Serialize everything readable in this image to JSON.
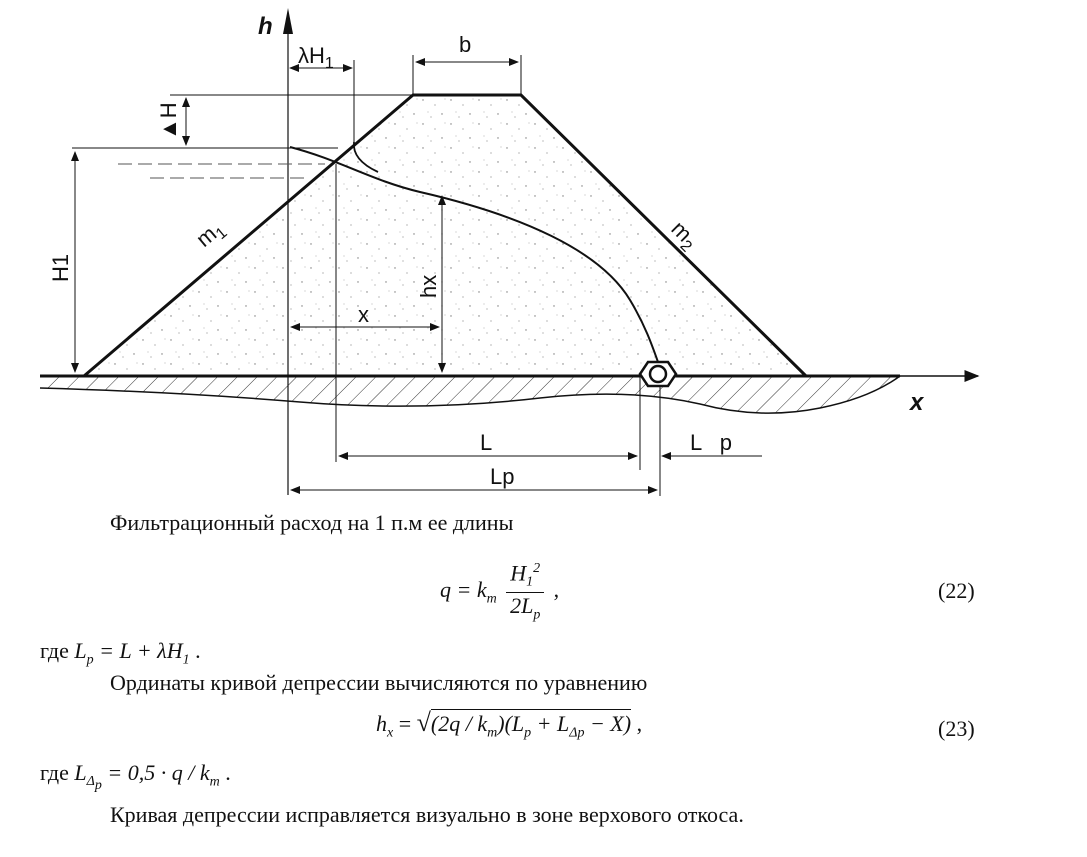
{
  "figure": {
    "axis_h": "h",
    "axis_x": "x",
    "label_lambdaH1": "λH",
    "label_lambdaH1_sub": "1",
    "label_b": "b",
    "label_deltaH": "▲H",
    "label_H1": "H1",
    "label_m1": "m",
    "label_m1_sub": "1",
    "label_m2": "m",
    "label_m2_sub": "2",
    "label_hx": "hx",
    "label_x": "x",
    "label_L": "L",
    "label_Lp_right": "L   p",
    "label_Lp": "Lp"
  },
  "text": {
    "para1": "Фильтрационный расход на 1 п.м ее длины",
    "eq22_lhs": "q = ",
    "eq22_k": "k",
    "eq22_k_sub": "m",
    "eq22_num": "H",
    "eq22_num_sub": "1",
    "eq22_num_sup": "2",
    "eq22_den": "2L",
    "eq22_den_sub": "p",
    "eq22_tail": " ,",
    "eq22_number": "(22)",
    "where1_prefix": "где ",
    "where1_formula": "L",
    "where1_formula_sub": "p",
    "where1_rest": " = L + λH",
    "where1_rest_sub": "1",
    "where1_end": " .",
    "para2": "Ординаты кривой депрессии вычисляются по уравнению",
    "eq23": "h",
    "eq23_sub": "x",
    "eq23_eq": " = ",
    "eq23_root": "(2q / k",
    "eq23_root_sub": "m",
    "eq23_root2": ")(L",
    "eq23_root2_sub": "p",
    "eq23_root3": " + L",
    "eq23_root3_sub": "Δp",
    "eq23_root4": " − X)",
    "eq23_tail": " ,",
    "eq23_number": "(23)",
    "where2_prefix": "где ",
    "where2_L": "L",
    "where2_L_sub": "Δ",
    "where2_L_subsub": "p",
    "where2_rest": " = 0,5 · q / k",
    "where2_rest_sub": "m",
    "where2_end": " .",
    "para3": "Кривая депрессии исправляется визуально в зоне верхового откоса."
  }
}
